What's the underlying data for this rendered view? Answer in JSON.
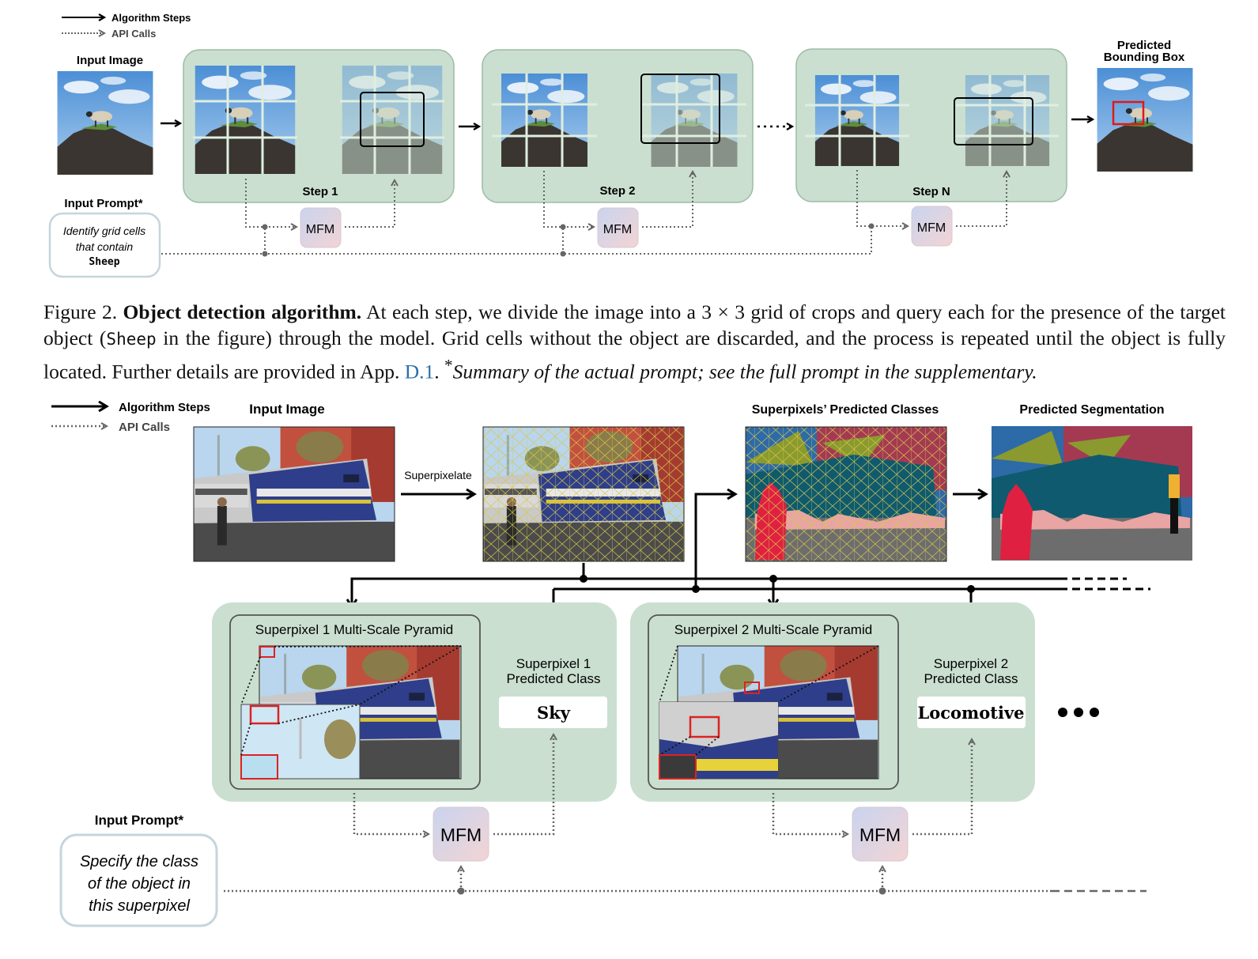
{
  "top": {
    "legend": {
      "steps": "Algorithm Steps",
      "api": "API Calls"
    },
    "input_image_label": "Input Image",
    "steps": [
      "Step 1",
      "Step 2",
      "Step N"
    ],
    "mfm": "MFM",
    "output_label_line1": "Predicted",
    "output_label_line2": "Bounding Box",
    "prompt_title": "Input Prompt*",
    "prompt_lines": [
      "Identify grid cells",
      "that contain"
    ],
    "prompt_target": "Sheep",
    "ellipsis": "…"
  },
  "caption": {
    "fig": "Figure 2.",
    "title": "Object detection algorithm.",
    "t1": "At each step, we divide the image into a 3 × 3 grid of crops and query each for the presence of the target object (",
    "target": "Sheep",
    "t2": " in the figure) through the model. Grid cells without the object are discarded, and the process is repeated until the object is fully located. Further details are provided in App. ",
    "link": "D.1",
    "t3": ". ",
    "star": "*",
    "note": "Summary of the actual prompt; see the full prompt in the supplementary."
  },
  "bottom": {
    "legend": {
      "steps": "Algorithm Steps",
      "api": "API Calls"
    },
    "input_image_label": "Input Image",
    "superpixelate": "Superpixelate",
    "sp_classes_label": "Superpixels’ Predicted Classes",
    "pred_seg_label": "Predicted Segmentation",
    "pyr1_title": "Superpixel 1 Multi-Scale Pyramid",
    "pyr2_title": "Superpixel 2 Multi-Scale Pyramid",
    "pc1_line1": "Superpixel 1",
    "pc1_line2": "Predicted Class",
    "pc2_line1": "Superpixel 2",
    "pc2_line2": "Predicted Class",
    "class1": "Sky",
    "class2": "Locomotive",
    "mfm": "MFM",
    "prompt_title": "Input Prompt*",
    "prompt_lines": [
      "Specify the class",
      "of the object in",
      "this superpixel"
    ]
  },
  "colors": {
    "panel": "#cadfd0",
    "sky": "#5b9fdc",
    "rock": "#3a3530",
    "sheep": "#d8cfb8"
  }
}
